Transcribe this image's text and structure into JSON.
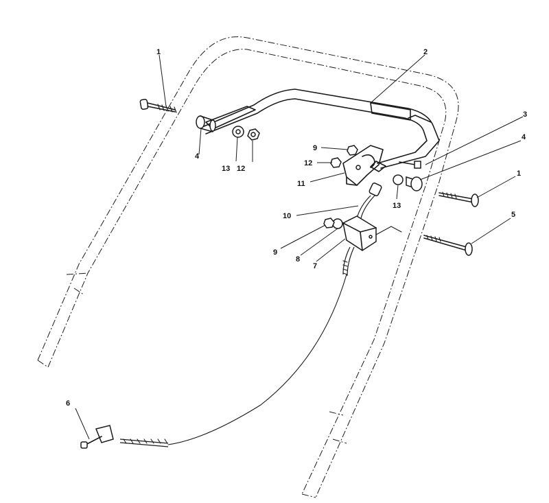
{
  "callouts": [
    {
      "id": "c1a",
      "label": "1"
    },
    {
      "id": "c1b",
      "label": "1"
    },
    {
      "id": "c2",
      "label": "2"
    },
    {
      "id": "c3",
      "label": "3"
    },
    {
      "id": "c4a",
      "label": "4"
    },
    {
      "id": "c4b",
      "label": "4"
    },
    {
      "id": "c5",
      "label": "5"
    },
    {
      "id": "c6",
      "label": "6"
    },
    {
      "id": "c7",
      "label": "7"
    },
    {
      "id": "c8",
      "label": "8"
    },
    {
      "id": "c9a",
      "label": "9"
    },
    {
      "id": "c9b",
      "label": "9"
    },
    {
      "id": "c10",
      "label": "10"
    },
    {
      "id": "c11",
      "label": "11"
    },
    {
      "id": "c12a",
      "label": "12"
    },
    {
      "id": "c12b",
      "label": "12"
    },
    {
      "id": "c13a",
      "label": "13"
    },
    {
      "id": "c13b",
      "label": "13"
    }
  ]
}
